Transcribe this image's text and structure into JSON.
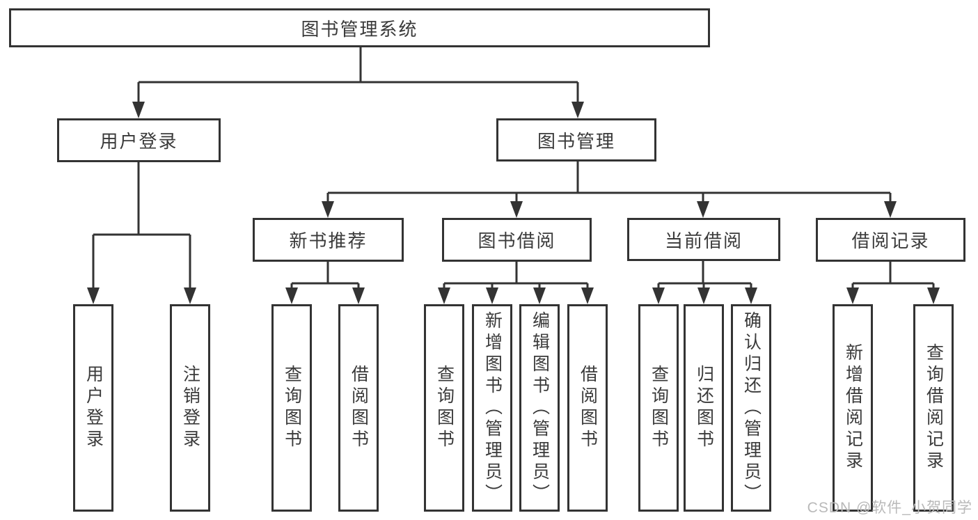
{
  "colors": {
    "line": "#333333",
    "box_border": "#333333",
    "text": "#3a3a3a",
    "background": "#ffffff",
    "watermark": "#b9b9b9"
  },
  "diagram": {
    "root": {
      "label": "图书管理系统"
    },
    "branches": [
      {
        "label": "用户登录",
        "children": [
          {
            "label": "用户登录"
          },
          {
            "label": "注销登录"
          }
        ]
      },
      {
        "label": "图书管理",
        "children": [
          {
            "label": "新书推荐",
            "children": [
              {
                "label": "查询图书"
              },
              {
                "label": "借阅图书"
              }
            ]
          },
          {
            "label": "图书借阅",
            "children": [
              {
                "label": "查询图书"
              },
              {
                "label": "新增图书（管理员）"
              },
              {
                "label": "编辑图书（管理员）"
              },
              {
                "label": "借阅图书"
              }
            ]
          },
          {
            "label": "当前借阅",
            "children": [
              {
                "label": "查询图书"
              },
              {
                "label": "归还图书"
              },
              {
                "label": "确认归还（管理员）"
              }
            ]
          },
          {
            "label": "借阅记录",
            "children": [
              {
                "label": "新增借阅记录"
              },
              {
                "label": "查询借阅记录"
              }
            ]
          }
        ]
      }
    ]
  },
  "watermark": {
    "text": "CSDN @软件_小贺同学"
  }
}
